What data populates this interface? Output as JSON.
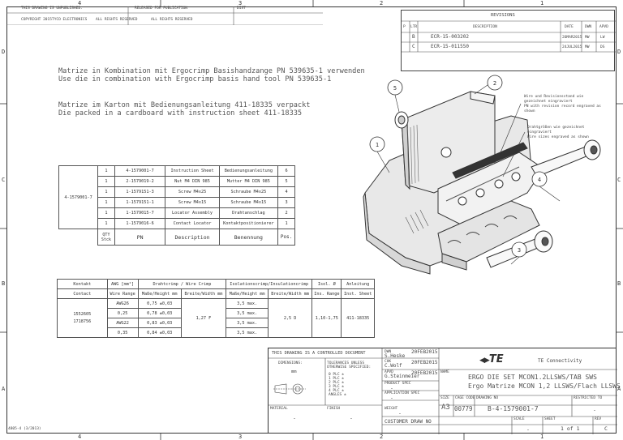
{
  "zones": {
    "top": [
      "4",
      "3",
      "2",
      "1"
    ],
    "side_left": [
      "D",
      "C",
      "B",
      "A"
    ],
    "side_right": [
      "D",
      "C",
      "B",
      "A"
    ]
  },
  "header_strip": {
    "left_top": "THIS DRAWING IS UNPUBLISHED.",
    "left_bottom": "COPYRIGHT 2015",
    "left_bottom2": "TYCO ELECTRONICS",
    "left_bottom3": "ALL RIGHTS RESERVED",
    "mid_top": "RELEASED FOR PUBLICATION",
    "mid_bottom": "ALL RIGHTS RESERVED",
    "dist": "DIST"
  },
  "revisions": {
    "title": "REVISIONS",
    "headers": [
      "P",
      "LTR",
      "DESCRIPTION",
      "DATE",
      "DWN",
      "APVD"
    ],
    "rows": [
      [
        "",
        "B",
        "ECR-15-003202",
        "26MAR2015",
        "MW",
        "LW"
      ],
      [
        "",
        "C",
        "ECR-15-011550",
        "24JUL2015",
        "MW",
        "DS"
      ]
    ]
  },
  "notes": {
    "de1": "Matrize in Kombination mit Ergocrimp Basishandzange PN 539635-1 verwenden",
    "en1": "Use die in combination with Ergocrimp basis hand tool PN 539635-1",
    "de2": "Matrize im Karton mit Bedienungsanleitung 411-18335 verpackt",
    "en2": "Die packed in a cardboard with instruction sheet 411-18335"
  },
  "bom": {
    "assembly": "4-1579001-7",
    "rows": [
      [
        "1",
        "4-1579001-7",
        "Instruction Sheet",
        "Bedienungsanleitung",
        "6"
      ],
      [
        "1",
        "2-1579019-2",
        "Nut M4 DIN 985",
        "Mutter M4 DIN 985",
        "5"
      ],
      [
        "1",
        "1-1579151-3",
        "Screw M4x25",
        "Schraube M4x25",
        "4"
      ],
      [
        "1",
        "1-1579151-1",
        "Screw M4x15",
        "Schraube M4x15",
        "3"
      ],
      [
        "1",
        "1-1579015-7",
        "Locator Assembly",
        "Drahtanschlag",
        "2"
      ],
      [
        "1",
        "1-1579016-6",
        "Contact Locator",
        "Kontaktpositionierer",
        "1"
      ]
    ],
    "footer": [
      "QTY Stck",
      "PN",
      "Description",
      "Benennung",
      "Pos."
    ]
  },
  "wire_table": {
    "headers": [
      "Kontakt",
      "AWG [mm²]",
      "Drahtcrimp / Wire Crimp",
      "Isolationscrimp/Insulationcrimp",
      "Isol. Ø",
      "Anleitung"
    ],
    "sub": [
      "Contact",
      "Wire Range",
      "Maße/Height mm",
      "Breite/Width mm",
      "Maße/Height mm",
      "Breite/Width mm",
      "Ins. Range",
      "Inst. Sheet"
    ],
    "contacts": [
      "1552605",
      "1718756"
    ],
    "rows": [
      [
        "AWG26",
        "0,75 ±0,03",
        "3,5 max."
      ],
      [
        "0,25",
        "0,78 ±0,03",
        "3,5 max."
      ],
      [
        "AWG22",
        "0,83 ±0,03",
        "3,5 max."
      ],
      [
        "0,35",
        "0,84 ±0,03",
        "3,5 max."
      ]
    ],
    "width_wire": "1,27 F",
    "width_ins": "2,5 D",
    "ins_range": "1,10-1,75",
    "inst_sheet": "411-18335"
  },
  "callouts": {
    "c1": "1",
    "c2": "2",
    "c3": "3",
    "c4": "4",
    "c5": "5",
    "n1": "Wire und Revisionsstand wie gezeichnet eingraviert",
    "n1b": "PN with revision record engraved as shown",
    "n2": "Drahtgrößen wie gezeichnet eingraviert",
    "n2b": "Wire sizes engraved as shown"
  },
  "title_block": {
    "control": "THIS DRAWING IS A CONTROLLED DOCUMENT",
    "dimensions": "DIMENSIONS:",
    "unit": "mm",
    "tolerances": "TOLERANCES UNLESS OTHERWISE SPECIFIED:",
    "tol_vals": [
      "0 PLC  ±",
      "1 PLC  ±",
      "2 PLC  ±",
      "3 PLC  ±",
      "4 PLC  ±",
      "ANGLES ±"
    ],
    "material": "MATERIAL",
    "finish": "FINISH",
    "dash": "-",
    "dwn_label": "DWN",
    "dwn_name": "S.Heske",
    "dwn_date": "20FEB2015",
    "chk_label": "CHK",
    "chk_name": "C.Wolf",
    "chk_date": "20FEB2015",
    "appr_label": "APVD",
    "appr_name": "G.Steinmeier",
    "appr_date": "20FEB2015",
    "product_spec": "PRODUCT SPEC",
    "application_spec": "APPLICATION SPEC",
    "weight": "WEIGHT",
    "company": "TE Connectivity",
    "logo": "TE",
    "name_label": "NAME",
    "title1": "ERGO DIE SET MCON1.2LLSWS/TAB SWS",
    "title2": "Ergo Matrize MCON 1,2 LLSWS/Flach LLSWS",
    "size_label": "SIZE",
    "size": "A3",
    "cage_label": "CAGE CODE",
    "cage": "00779",
    "dwg_label": "DRAWING NO",
    "dwg": "B-4-1579001-7",
    "rev_label": "RESTRICTED TO",
    "rev": "-",
    "customer": "CUSTOMER DRAW NO",
    "scale_label": "SCALE",
    "scale": "-",
    "sheet_label": "SHEET",
    "sheet": "1 of 1",
    "rev2_label": "REV",
    "rev2": "C"
  },
  "footer_left": "4805-4 (3/2013)"
}
